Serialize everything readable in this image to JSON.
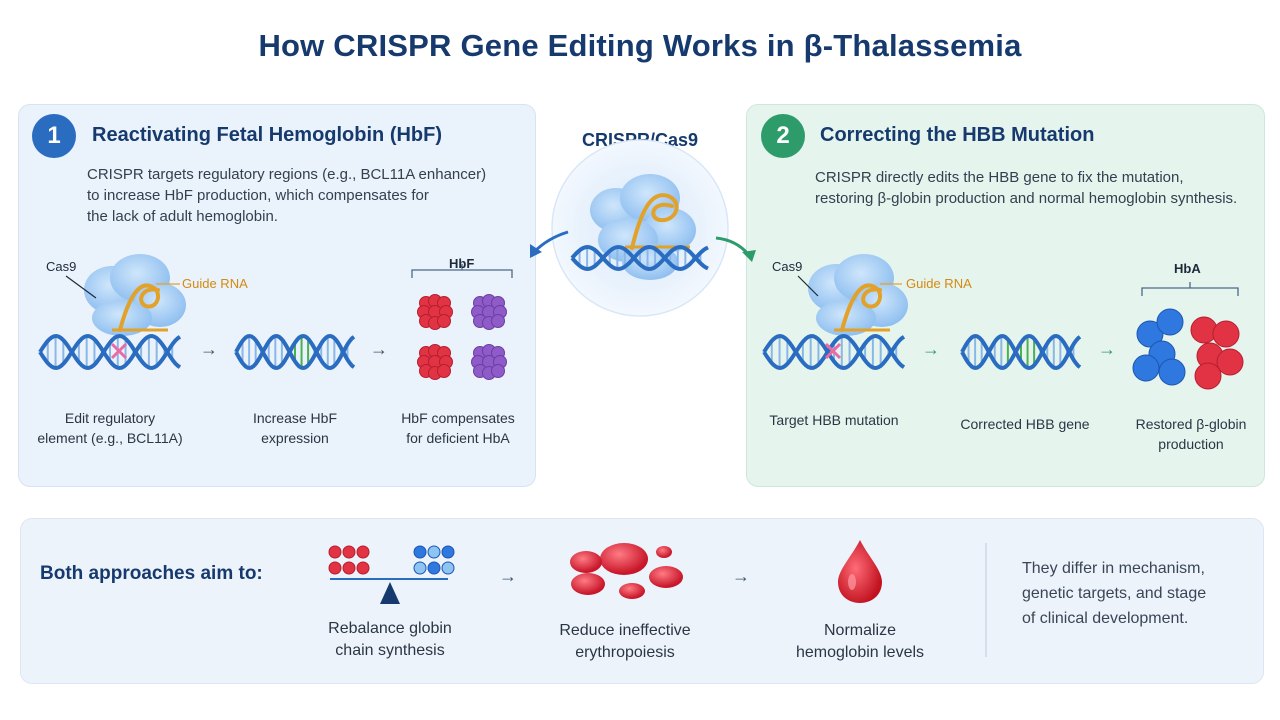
{
  "title": "How CRISPR Gene Editing Works in β-Thalassemia",
  "center": {
    "label": "CRISPR/Cas9"
  },
  "approach1": {
    "number": "1",
    "title": "Reactivating Fetal Hemoglobin (HbF)",
    "description": [
      "CRISPR targets regulatory regions (e.g., BCL11A enhancer)",
      "to increase HbF production, which compensates for",
      "the lack of adult hemoglobin."
    ],
    "cas9_label": "Cas9",
    "guide_label": "Guide RNA",
    "protein_label": "HbF",
    "steps": [
      [
        "Edit regulatory",
        "element (e.g., BCL11A)"
      ],
      [
        "Increase HbF",
        "expression"
      ],
      [
        "HbF compensates",
        "for deficient HbA"
      ]
    ]
  },
  "approach2": {
    "number": "2",
    "title": "Correcting the HBB Mutation",
    "description": [
      "CRISPR directly edits the HBB gene to fix the mutation,",
      "restoring β-globin production and normal hemoglobin synthesis."
    ],
    "cas9_label": "Cas9",
    "guide_label": "Guide RNA",
    "protein_label": "HbA",
    "steps": [
      [
        "Target HBB mutation"
      ],
      [
        "Corrected HBB gene"
      ],
      [
        "Restored β-globin",
        "production"
      ]
    ]
  },
  "summary": {
    "heading": "Both approaches aim to:",
    "goals": [
      [
        "Rebalance globin",
        "chain synthesis"
      ],
      [
        "Reduce ineffective",
        "erythropoiesis"
      ],
      [
        "Normalize",
        "hemoglobin levels"
      ]
    ],
    "note": [
      "They differ in mechanism,",
      "genetic targets, and stage",
      "of clinical development."
    ]
  },
  "colors": {
    "navy": "#163a6e",
    "blue": "#2a6cc0",
    "green": "#2e9c6a",
    "red": "#e23344",
    "purple": "#8f5bc8",
    "orange": "#e2a22a",
    "pink": "#e96aa4"
  }
}
